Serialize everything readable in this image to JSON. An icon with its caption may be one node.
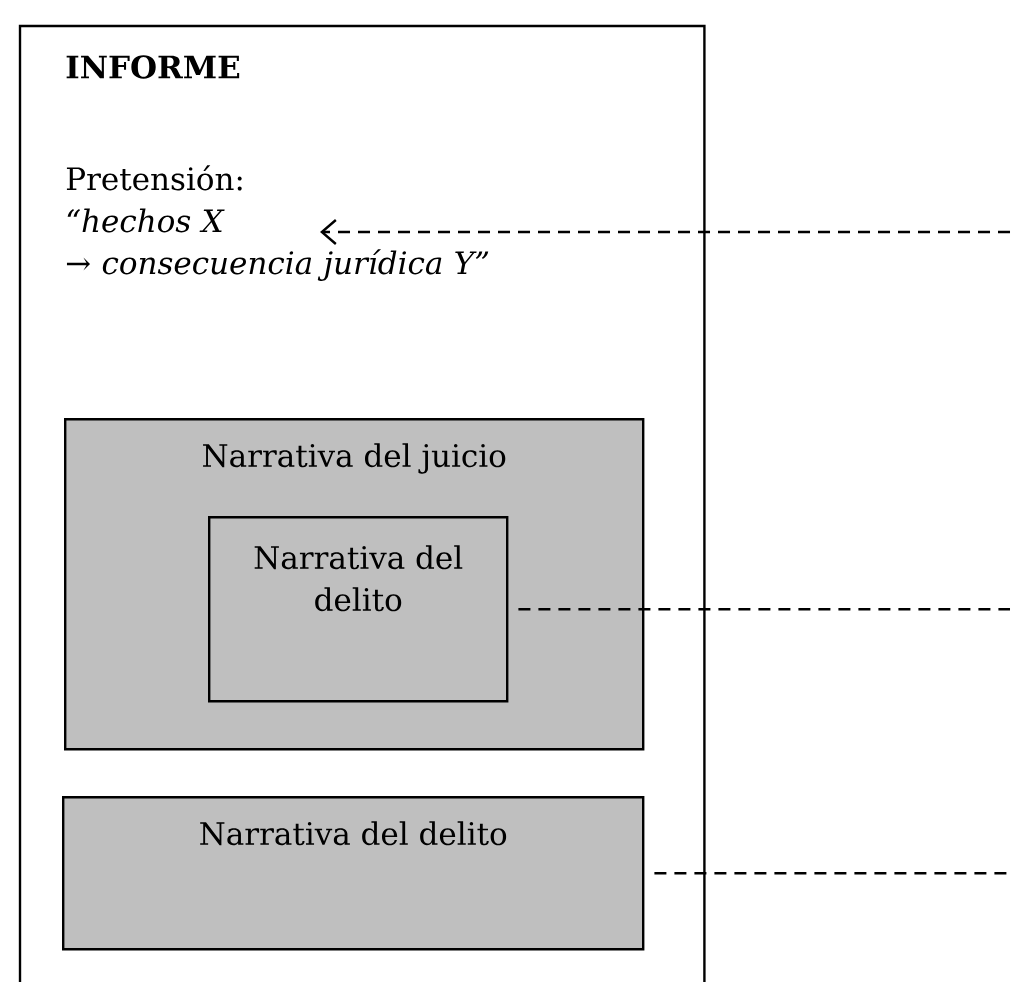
{
  "diagram": {
    "nodes": [
      {
        "text": [
          "INFORME"
        ]
      },
      {
        "text": [
          "Pretensión:",
          "“hechos X → consecuencia jurídica Y”"
        ],
        "in": 0
      },
      {
        "text": [
          "Narrativa del juicio"
        ],
        "in": 0
      },
      {
        "text": [
          "Narrativa del delito"
        ],
        "in": 2
      },
      {
        "text": [
          "Narrativa del delito"
        ],
        "in": 0
      }
    ],
    "edges": [
      {
        "from": null,
        "to": 1,
        "arrow": "to",
        "style": "dashed"
      },
      {
        "from": 3,
        "to": null,
        "arrow": "none",
        "style": "dashed"
      },
      {
        "from": 4,
        "to": null,
        "arrow": "none",
        "style": "dashed"
      }
    ]
  }
}
